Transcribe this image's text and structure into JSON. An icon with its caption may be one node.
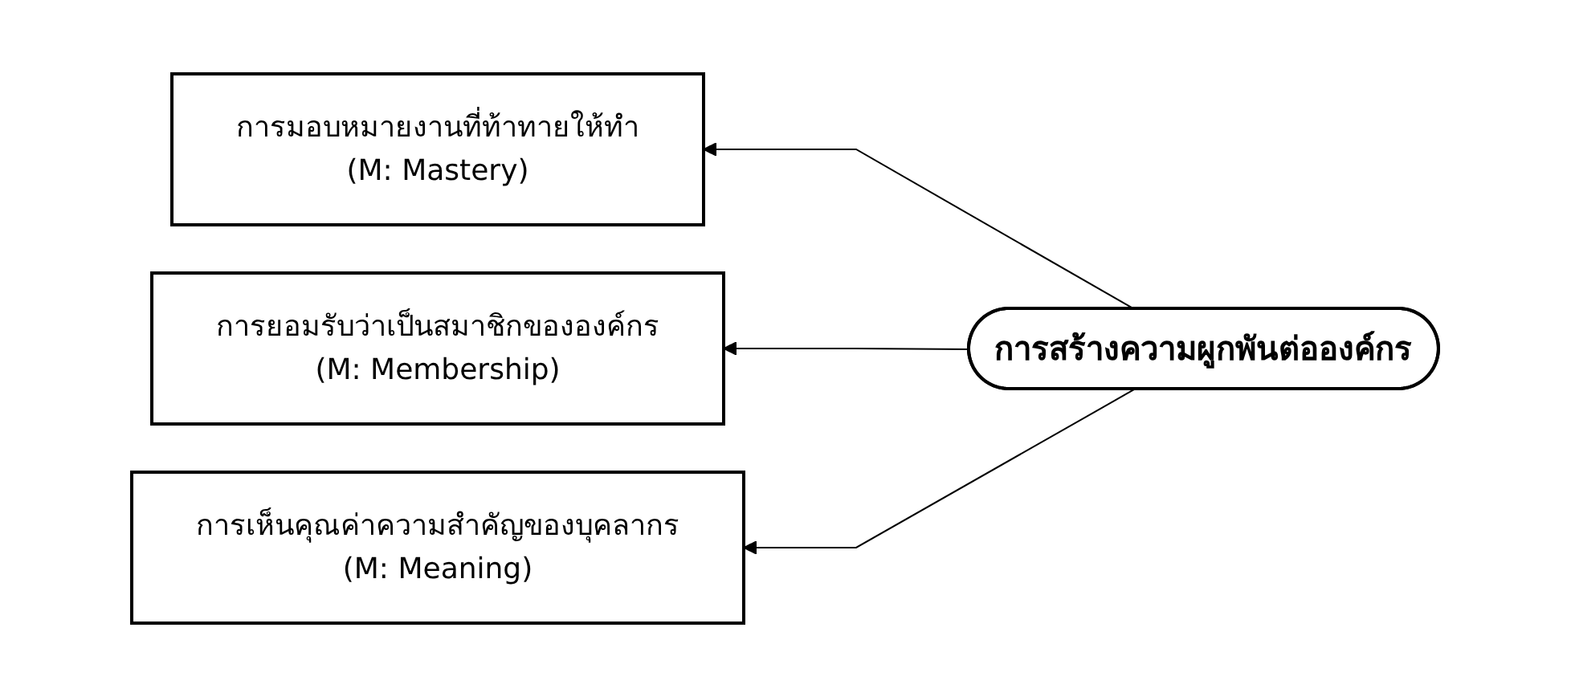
{
  "diagram": {
    "nodes": [
      {
        "text": [
          "การมอบหมายงานที่ท้าทายให้ทำ",
          "(M: Mastery)"
        ]
      },
      {
        "text": [
          "การยอมรับว่าเป็นสมาชิกขององค์กร",
          "(M: Membership)"
        ]
      },
      {
        "text": [
          "การเห็นคุณค่าความสำคัญของบุคลากร",
          "(M: Meaning)"
        ]
      },
      {
        "text": [
          "การสร้างความผูกพันต่อองค์กร"
        ]
      }
    ],
    "edges": [
      {
        "from": 3,
        "to": 0,
        "arrow": "to"
      },
      {
        "from": 3,
        "to": 1,
        "arrow": "to"
      },
      {
        "from": 3,
        "to": 2,
        "arrow": "to"
      }
    ]
  }
}
